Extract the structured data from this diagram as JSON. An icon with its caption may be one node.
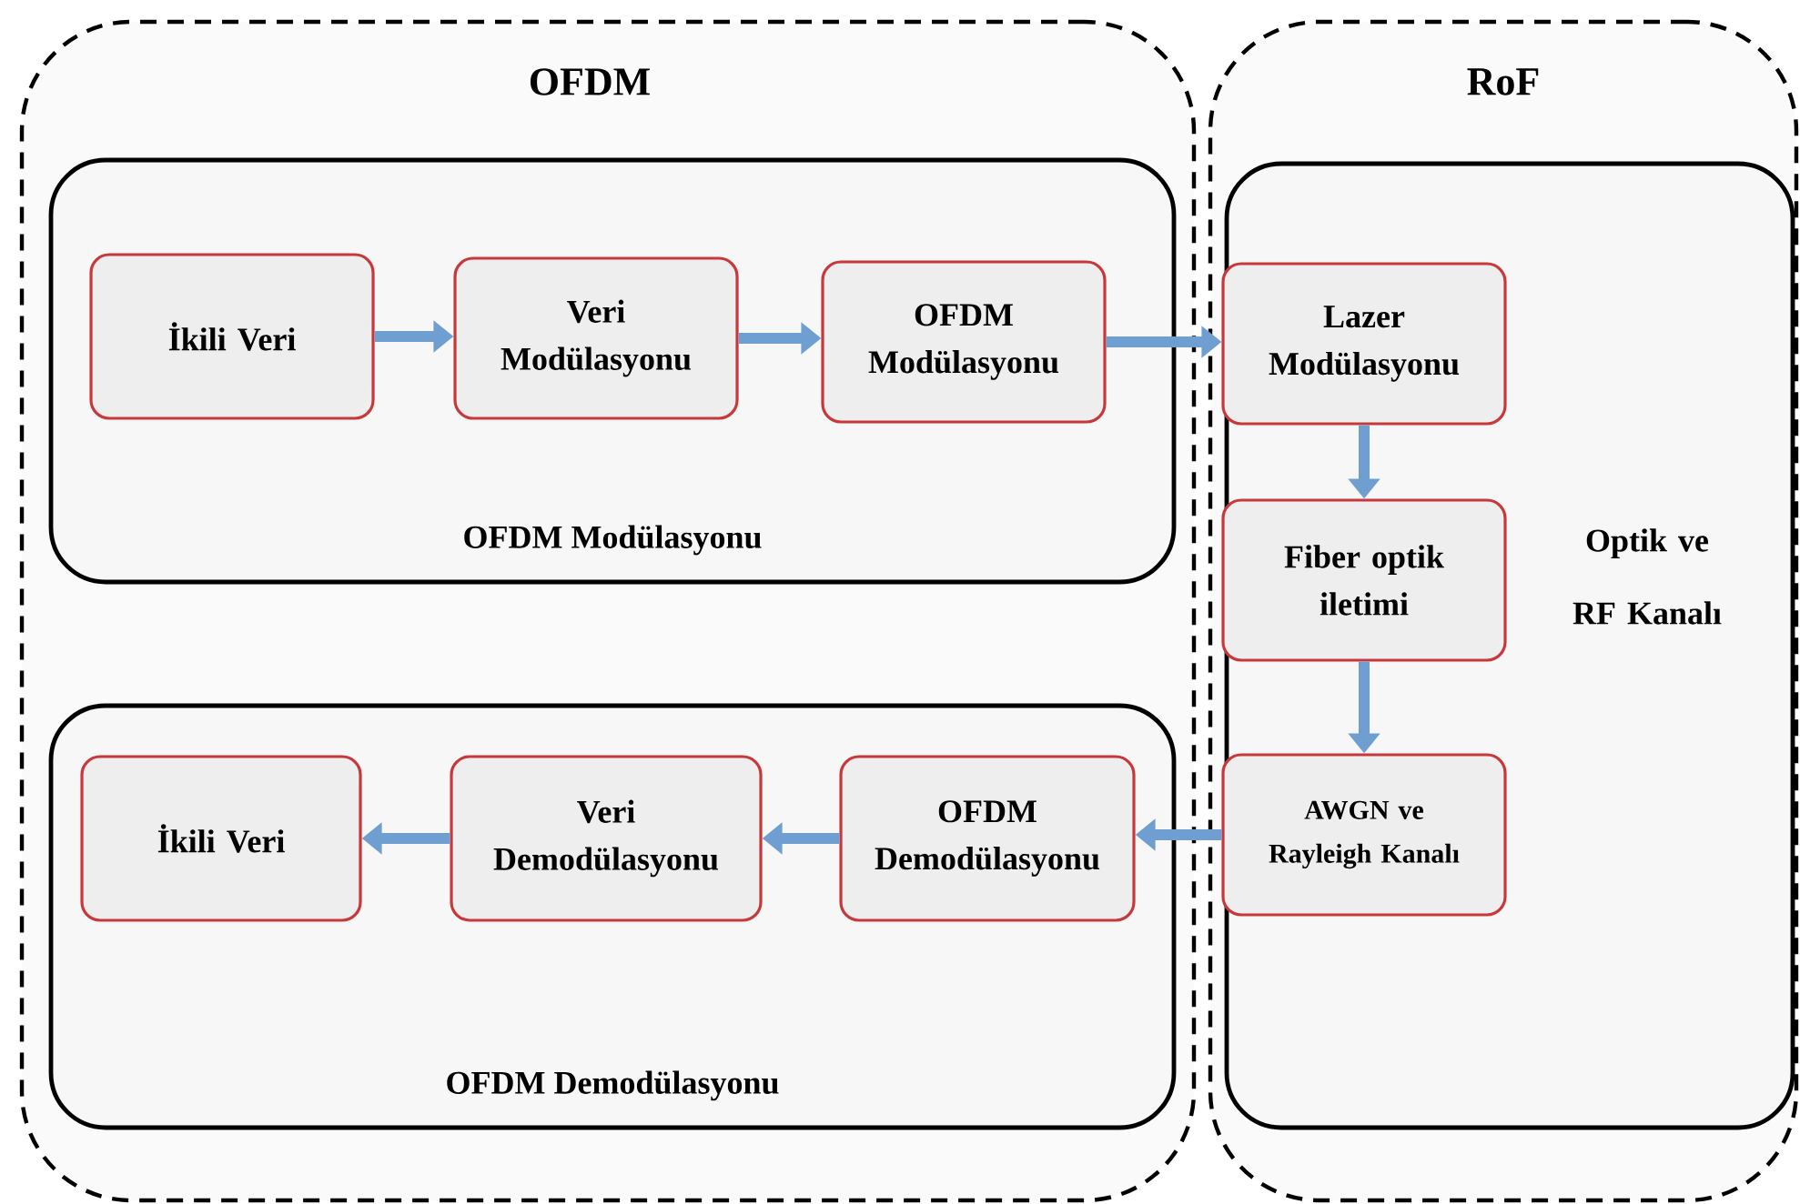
{
  "diagram": {
    "nodes": [
      {
        "text": [
          "OFDM"
        ]
      },
      {
        "text": [
          "OFDM Modülasyonu"
        ],
        "in": 0
      },
      {
        "text": [
          "İkili Veri"
        ],
        "in": 1
      },
      {
        "text": [
          "Veri Modülasyonu"
        ],
        "in": 1
      },
      {
        "text": [
          "OFDM Modülasyonu"
        ],
        "in": 1
      },
      {
        "text": [
          "OFDM Demodülasyonu"
        ],
        "in": 0
      },
      {
        "text": [
          "İkili Veri"
        ],
        "in": 5
      },
      {
        "text": [
          "Veri Demodülasyonu"
        ],
        "in": 5
      },
      {
        "text": [
          "OFDM Demodülasyonu"
        ],
        "in": 5
      },
      {
        "text": [
          "RoF"
        ]
      },
      {
        "text": [
          "Optik ve RF Kanalı"
        ],
        "in": 9
      },
      {
        "text": [
          "Lazer Modülasyonu"
        ],
        "in": 10
      },
      {
        "text": [
          "Fiber optik iletimi"
        ],
        "in": 10
      },
      {
        "text": [
          "AWGN ve Rayleigh Kanalı"
        ],
        "in": 10
      }
    ],
    "edges": [
      {
        "from": 2,
        "to": 3,
        "arrow": "to"
      },
      {
        "from": 3,
        "to": 4,
        "arrow": "to"
      },
      {
        "from": 4,
        "to": 11,
        "arrow": "to"
      },
      {
        "from": 11,
        "to": 12,
        "arrow": "to"
      },
      {
        "from": 12,
        "to": 13,
        "arrow": "to"
      },
      {
        "from": 13,
        "to": 8,
        "arrow": "to"
      },
      {
        "from": 8,
        "to": 7,
        "arrow": "to"
      },
      {
        "from": 7,
        "to": 6,
        "arrow": "to"
      }
    ]
  }
}
